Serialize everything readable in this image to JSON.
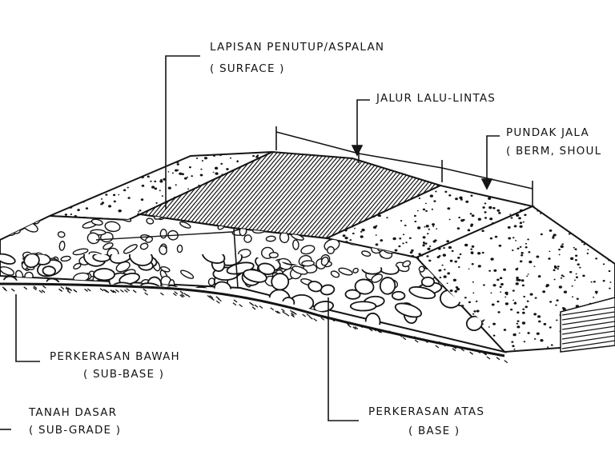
{
  "labels": {
    "surface_id": "LAPISAN PENUTUP/ASPALAN",
    "surface_en": "( SURFACE )",
    "traffic_lane": "JALUR LALU-LINTAS",
    "shoulder_id": "PUNDAK JALA",
    "shoulder_en": "( BERM, SHOUL",
    "subbase_id": "PERKERASAN BAWAH",
    "subbase_en": "( SUB-BASE )",
    "subgrade_id": "TANAH DASAR",
    "subgrade_en": "( SUB-GRADE )",
    "base_id": "PERKERASAN ATAS",
    "base_en": "( BASE )"
  },
  "colors": {
    "ink": "#141414",
    "paper": "#ffffff"
  }
}
